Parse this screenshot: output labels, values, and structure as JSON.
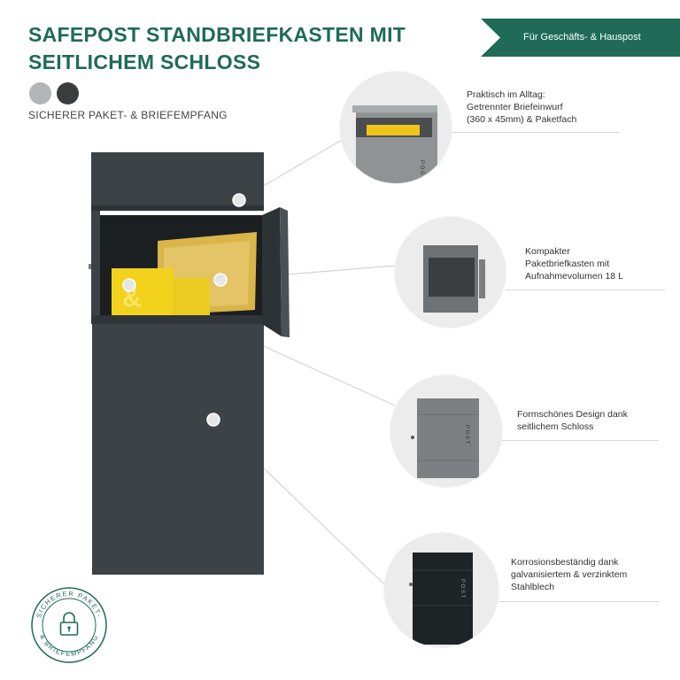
{
  "header": {
    "title_line1": "SAFEPOST STANDBRIEFKASTEN MIT",
    "title_line2": "SEITLICHEM SCHLOSS",
    "subtitle": "SICHERER PAKET- & BRIEFEMPFANG",
    "color_options": [
      {
        "name": "silbergrau",
        "color": "#b3b6b7"
      },
      {
        "name": "anthrazit",
        "color": "#3a3c3d"
      }
    ]
  },
  "banner": {
    "label": "Für Geschäfts- & Hauspost",
    "color": "#1f6b57"
  },
  "features": [
    {
      "lines": [
        "Praktisch im Alltag:",
        "Getrennter Briefeinwurf",
        "(360 x 45mm) & Paketfach"
      ],
      "post_label": "P O S T"
    },
    {
      "lines": [
        "Kompakter",
        "Paketbriefkasten mit",
        "Aufnahmevolumen 18 L"
      ]
    },
    {
      "lines": [
        "Formschönes Design dank",
        "seitlichem Schloss"
      ],
      "post_label": "P O S T"
    },
    {
      "lines": [
        "Korrosionsbeständig dank",
        "galvanisiertem & verzinktem",
        "Stahlblech"
      ],
      "post_label": "P O S T"
    }
  ],
  "seal": {
    "text_top": "SICHERER PAKET-",
    "text_bottom": "& BRIEFEMPFANG",
    "icon": "lock-icon"
  },
  "colors": {
    "accent": "#1f6b57",
    "body_dark": "#3d4448",
    "parcel_yellow": "#f2d21c"
  }
}
